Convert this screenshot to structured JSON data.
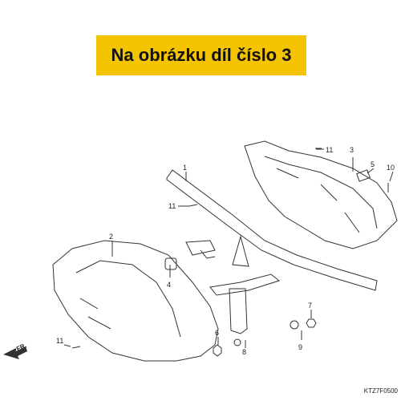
{
  "banner": {
    "text": "Na obrázku díl číslo 3"
  },
  "callouts": {
    "c1": "1",
    "c2": "2",
    "c3": "3",
    "c4": "4",
    "c5": "5",
    "c6": "6",
    "c7": "7",
    "c8": "8",
    "c9": "9",
    "c10": "10",
    "c11a": "11",
    "c11b": "11",
    "c11c": "11"
  },
  "direction": "FR.",
  "diagram_code": "KTZ7F0500",
  "colors": {
    "banner": "#f5c400",
    "line": "#333333"
  }
}
